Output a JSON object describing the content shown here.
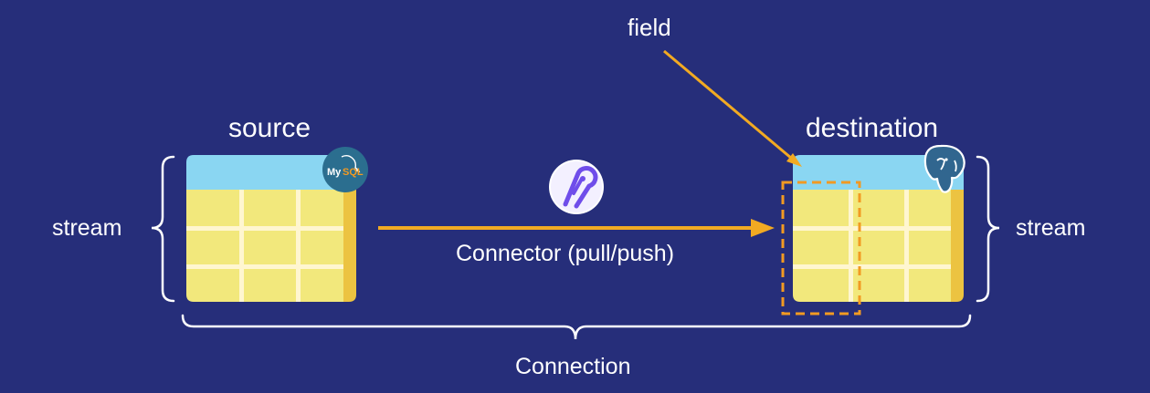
{
  "diagram": {
    "source_title": "source",
    "destination_title": "destination",
    "field_label": "field",
    "stream_left_label": "stream",
    "stream_right_label": "stream",
    "connector_label": "Connector  (pull/push)",
    "connection_label": "Connection",
    "source_badge": {
      "my": "My",
      "sql": "SQL",
      "icon": "mysql-dolphin-icon"
    },
    "destination_badge_icon": "postgresql-elephant-icon",
    "connector_icon": "airbyte-logo-icon"
  },
  "colors": {
    "background": "#262e7a",
    "table_header": "#8ad6f2",
    "table_body": "#f2e87c",
    "table_side": "#ecc341",
    "grid_line": "#fff6d0",
    "arrow": "#f2aa22",
    "field_highlight": "#f29a22",
    "brace": "#ffffff",
    "mysql_badge": "#2b6e8f",
    "airbyte_purple": "#6f4dea",
    "postgres_blue": "#31668f"
  }
}
